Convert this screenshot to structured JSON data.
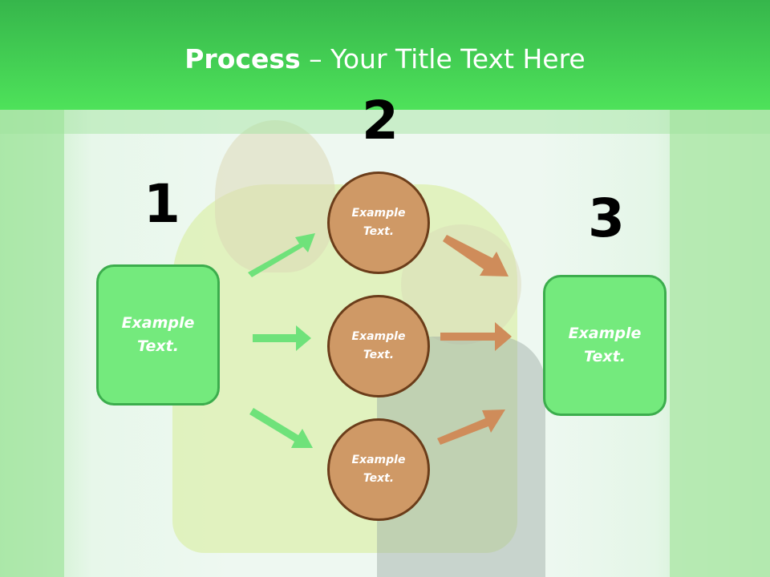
{
  "title": {
    "bold": "Process",
    "rest": " – Your Title Text Here"
  },
  "steps": {
    "one": "1",
    "two": "2",
    "three": "3"
  },
  "boxes": {
    "left": "Example\nText.",
    "right": "Example\nText."
  },
  "circles": {
    "top": "Example\nText.",
    "middle": "Example\nText.",
    "bottom": "Example\nText."
  },
  "colors": {
    "header": "#4ee25a",
    "box": "#74ea7d",
    "circle": "#cf9966",
    "green_arrow": "#6fe27a",
    "brown_arrow": "#cf8c5a"
  }
}
